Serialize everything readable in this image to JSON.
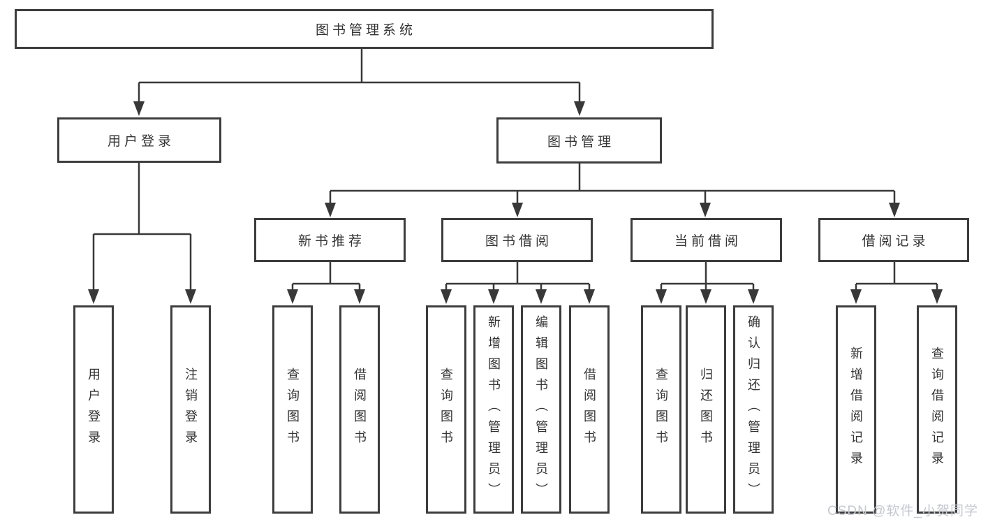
{
  "diagram": {
    "type": "tree",
    "root": {
      "label": "图书管理系统"
    },
    "level2": [
      {
        "label": "用户登录"
      },
      {
        "label": "图书管理"
      }
    ],
    "level3": [
      {
        "label": "新书推荐",
        "parent": "图书管理"
      },
      {
        "label": "图书借阅",
        "parent": "图书管理"
      },
      {
        "label": "当前借阅",
        "parent": "图书管理"
      },
      {
        "label": "借阅记录",
        "parent": "图书管理"
      }
    ],
    "leaves": [
      {
        "label": "用户登录",
        "parent": "用户登录"
      },
      {
        "label": "注销登录",
        "parent": "用户登录"
      },
      {
        "label": "查询图书",
        "parent": "新书推荐"
      },
      {
        "label": "借阅图书",
        "parent": "新书推荐"
      },
      {
        "label": "查询图书",
        "parent": "图书借阅"
      },
      {
        "label": "新增图书（管理员）",
        "parent": "图书借阅"
      },
      {
        "label": "编辑图书（管理员）",
        "parent": "图书借阅"
      },
      {
        "label": "借阅图书",
        "parent": "图书借阅"
      },
      {
        "label": "查询图书",
        "parent": "当前借阅"
      },
      {
        "label": "归还图书",
        "parent": "当前借阅"
      },
      {
        "label": "确认归还（管理员）",
        "parent": "当前借阅"
      },
      {
        "label": "新增借阅记录",
        "parent": "借阅记录"
      },
      {
        "label": "查询借阅记录",
        "parent": "借阅记录"
      }
    ]
  },
  "watermark": {
    "text": "CSDN @软件_小贺同学"
  },
  "colors": {
    "line": "#383838",
    "box_border": "#3d3d3d",
    "text": "#333333",
    "background": "#ffffff",
    "watermark": "#c4c8d0"
  }
}
